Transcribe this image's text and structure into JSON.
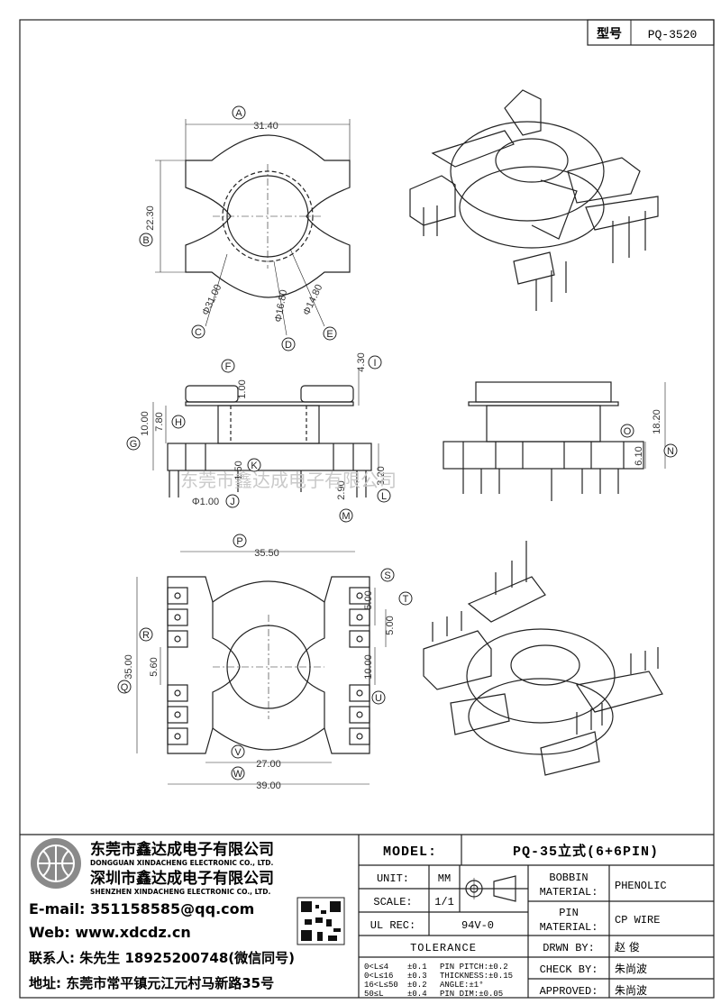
{
  "header": {
    "type_label": "型号",
    "type_value": "PQ-3520"
  },
  "watermark": "东莞市鑫达成电子有限公司",
  "dimensions": {
    "A": "31.40",
    "B": "22.30",
    "C": "Φ31.00",
    "D": "Φ16.80",
    "E": "Φ14.80",
    "F": "1.00",
    "G": "10.00",
    "H": "7.80",
    "I": "4.30",
    "J": "Φ1.00",
    "K": "1.50",
    "L": "3.20",
    "M": "2.90",
    "N": "18.20",
    "O": "6.10",
    "P": "35.50",
    "Q": "35.00",
    "R": "5.60",
    "S": "5.00",
    "T": "5.00",
    "U": "10.00",
    "V": "27.00",
    "W": "39.00"
  },
  "callouts": [
    "A",
    "B",
    "C",
    "D",
    "E",
    "F",
    "G",
    "H",
    "I",
    "J",
    "K",
    "L",
    "M",
    "N",
    "O",
    "P",
    "Q",
    "R",
    "S",
    "T",
    "U",
    "V",
    "W"
  ],
  "company": {
    "name1": "东莞市鑫达成电子有限公司",
    "en1": "DONGGUAN XINDACHENG ELECTRONIC CO., LTD.",
    "name2": "深圳市鑫达成电子有限公司",
    "en2": "SHENZHEN XINDACHENG ELECTRONIC CO., LTD.",
    "email": "E-mail: 351158585@qq.com",
    "web": "Web: www.xdcdz.cn",
    "contact": "联系人: 朱先生 18925200748(微信同号)",
    "address": "地址: 东莞市常平镇元江元村马新路35号"
  },
  "titleblock": {
    "model_label": "MODEL:",
    "model_value": "PQ-35立式(6+6PIN)",
    "unit_label": "UNIT:",
    "unit_value": "MM",
    "scale_label": "SCALE:",
    "scale_value": "1/1",
    "ulrec_label": "UL REC:",
    "ulrec_value": "94V-0",
    "tolerance_label": "TOLERANCE",
    "bobbin_label1": "BOBBIN",
    "bobbin_label2": "MATERIAL:",
    "bobbin_value": "PHENOLIC",
    "pin_label1": "PIN",
    "pin_label2": "MATERIAL:",
    "pin_value": "CP WIRE",
    "drwn_label": "DRWN BY:",
    "drwn_value": "赵 俊",
    "check_label": "CHECK BY:",
    "check_value": "朱尚波",
    "approved_label": "APPROVED:",
    "approved_value": "朱尚波",
    "tol": [
      [
        "0<L≤4",
        "±0.1",
        "PIN PITCH:±0.2"
      ],
      [
        "0<L≤16",
        "±0.3",
        "THICKNESS:±0.15"
      ],
      [
        "16<L≤50",
        "±0.2",
        "ANGLE:±1°"
      ],
      [
        "50≤L",
        "±0.4",
        "PIN DIM:±0.05"
      ]
    ]
  }
}
